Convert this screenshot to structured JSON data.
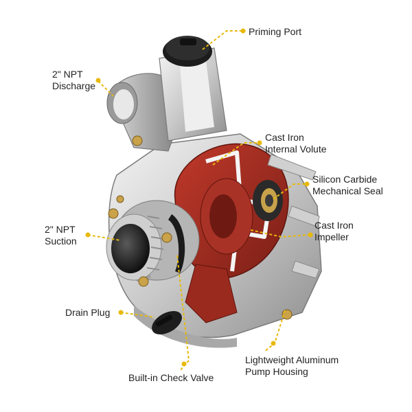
{
  "diagram": {
    "accent_color": "#e8b90b",
    "labels": {
      "priming_port": "Priming Port",
      "discharge_line1": "2\" NPT",
      "discharge_line2": "Discharge",
      "volute_line1": "Cast Iron",
      "volute_line2": "Internal Volute",
      "seal_line1": "Silicon Carbide",
      "seal_line2": "Mechanical Seal",
      "suction_line1": "2\" NPT",
      "suction_line2": "Suction",
      "impeller_line1": "Cast Iron",
      "impeller_line2": "Impeller",
      "drain_plug": "Drain Plug",
      "housing_line1": "Lightweight Aluminum",
      "housing_line2": "Pump Housing",
      "check_valve": "Built-in Check Valve"
    }
  }
}
